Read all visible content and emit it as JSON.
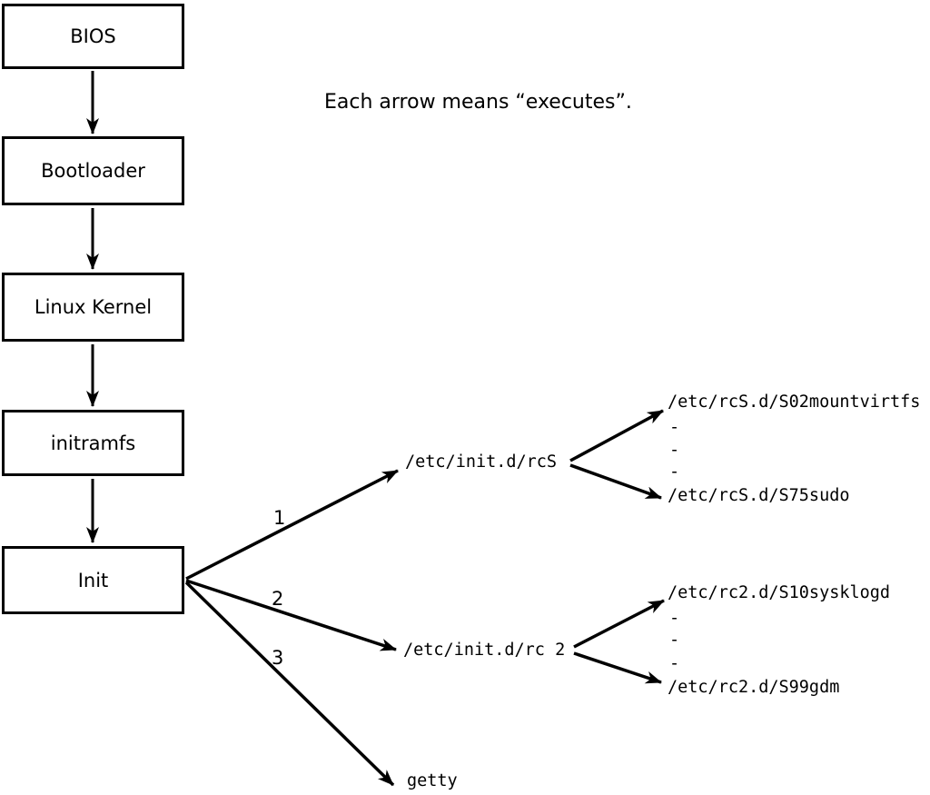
{
  "note": "Each arrow means “executes”.",
  "boxes": [
    {
      "label": "BIOS"
    },
    {
      "label": "Bootloader"
    },
    {
      "label": "Linux Kernel"
    },
    {
      "label": "initramfs"
    },
    {
      "label": "Init"
    }
  ],
  "arrow_numbers": {
    "first": "1",
    "second": "2",
    "third": "3"
  },
  "targets": {
    "rcs_script": "/etc/init.d/rcS",
    "rc2_script": "/etc/init.d/rc 2",
    "getty": "getty",
    "rcs_first": "/etc/rcS.d/S02mountvirtfs",
    "rcs_last": "/etc/rcS.d/S75sudo",
    "rc2_first": "/etc/rc2.d/S10sysklogd",
    "rc2_last": "/etc/rc2.d/S99gdm",
    "dash": "-"
  },
  "colors": {
    "line": "#000000",
    "background": "#ffffff"
  }
}
